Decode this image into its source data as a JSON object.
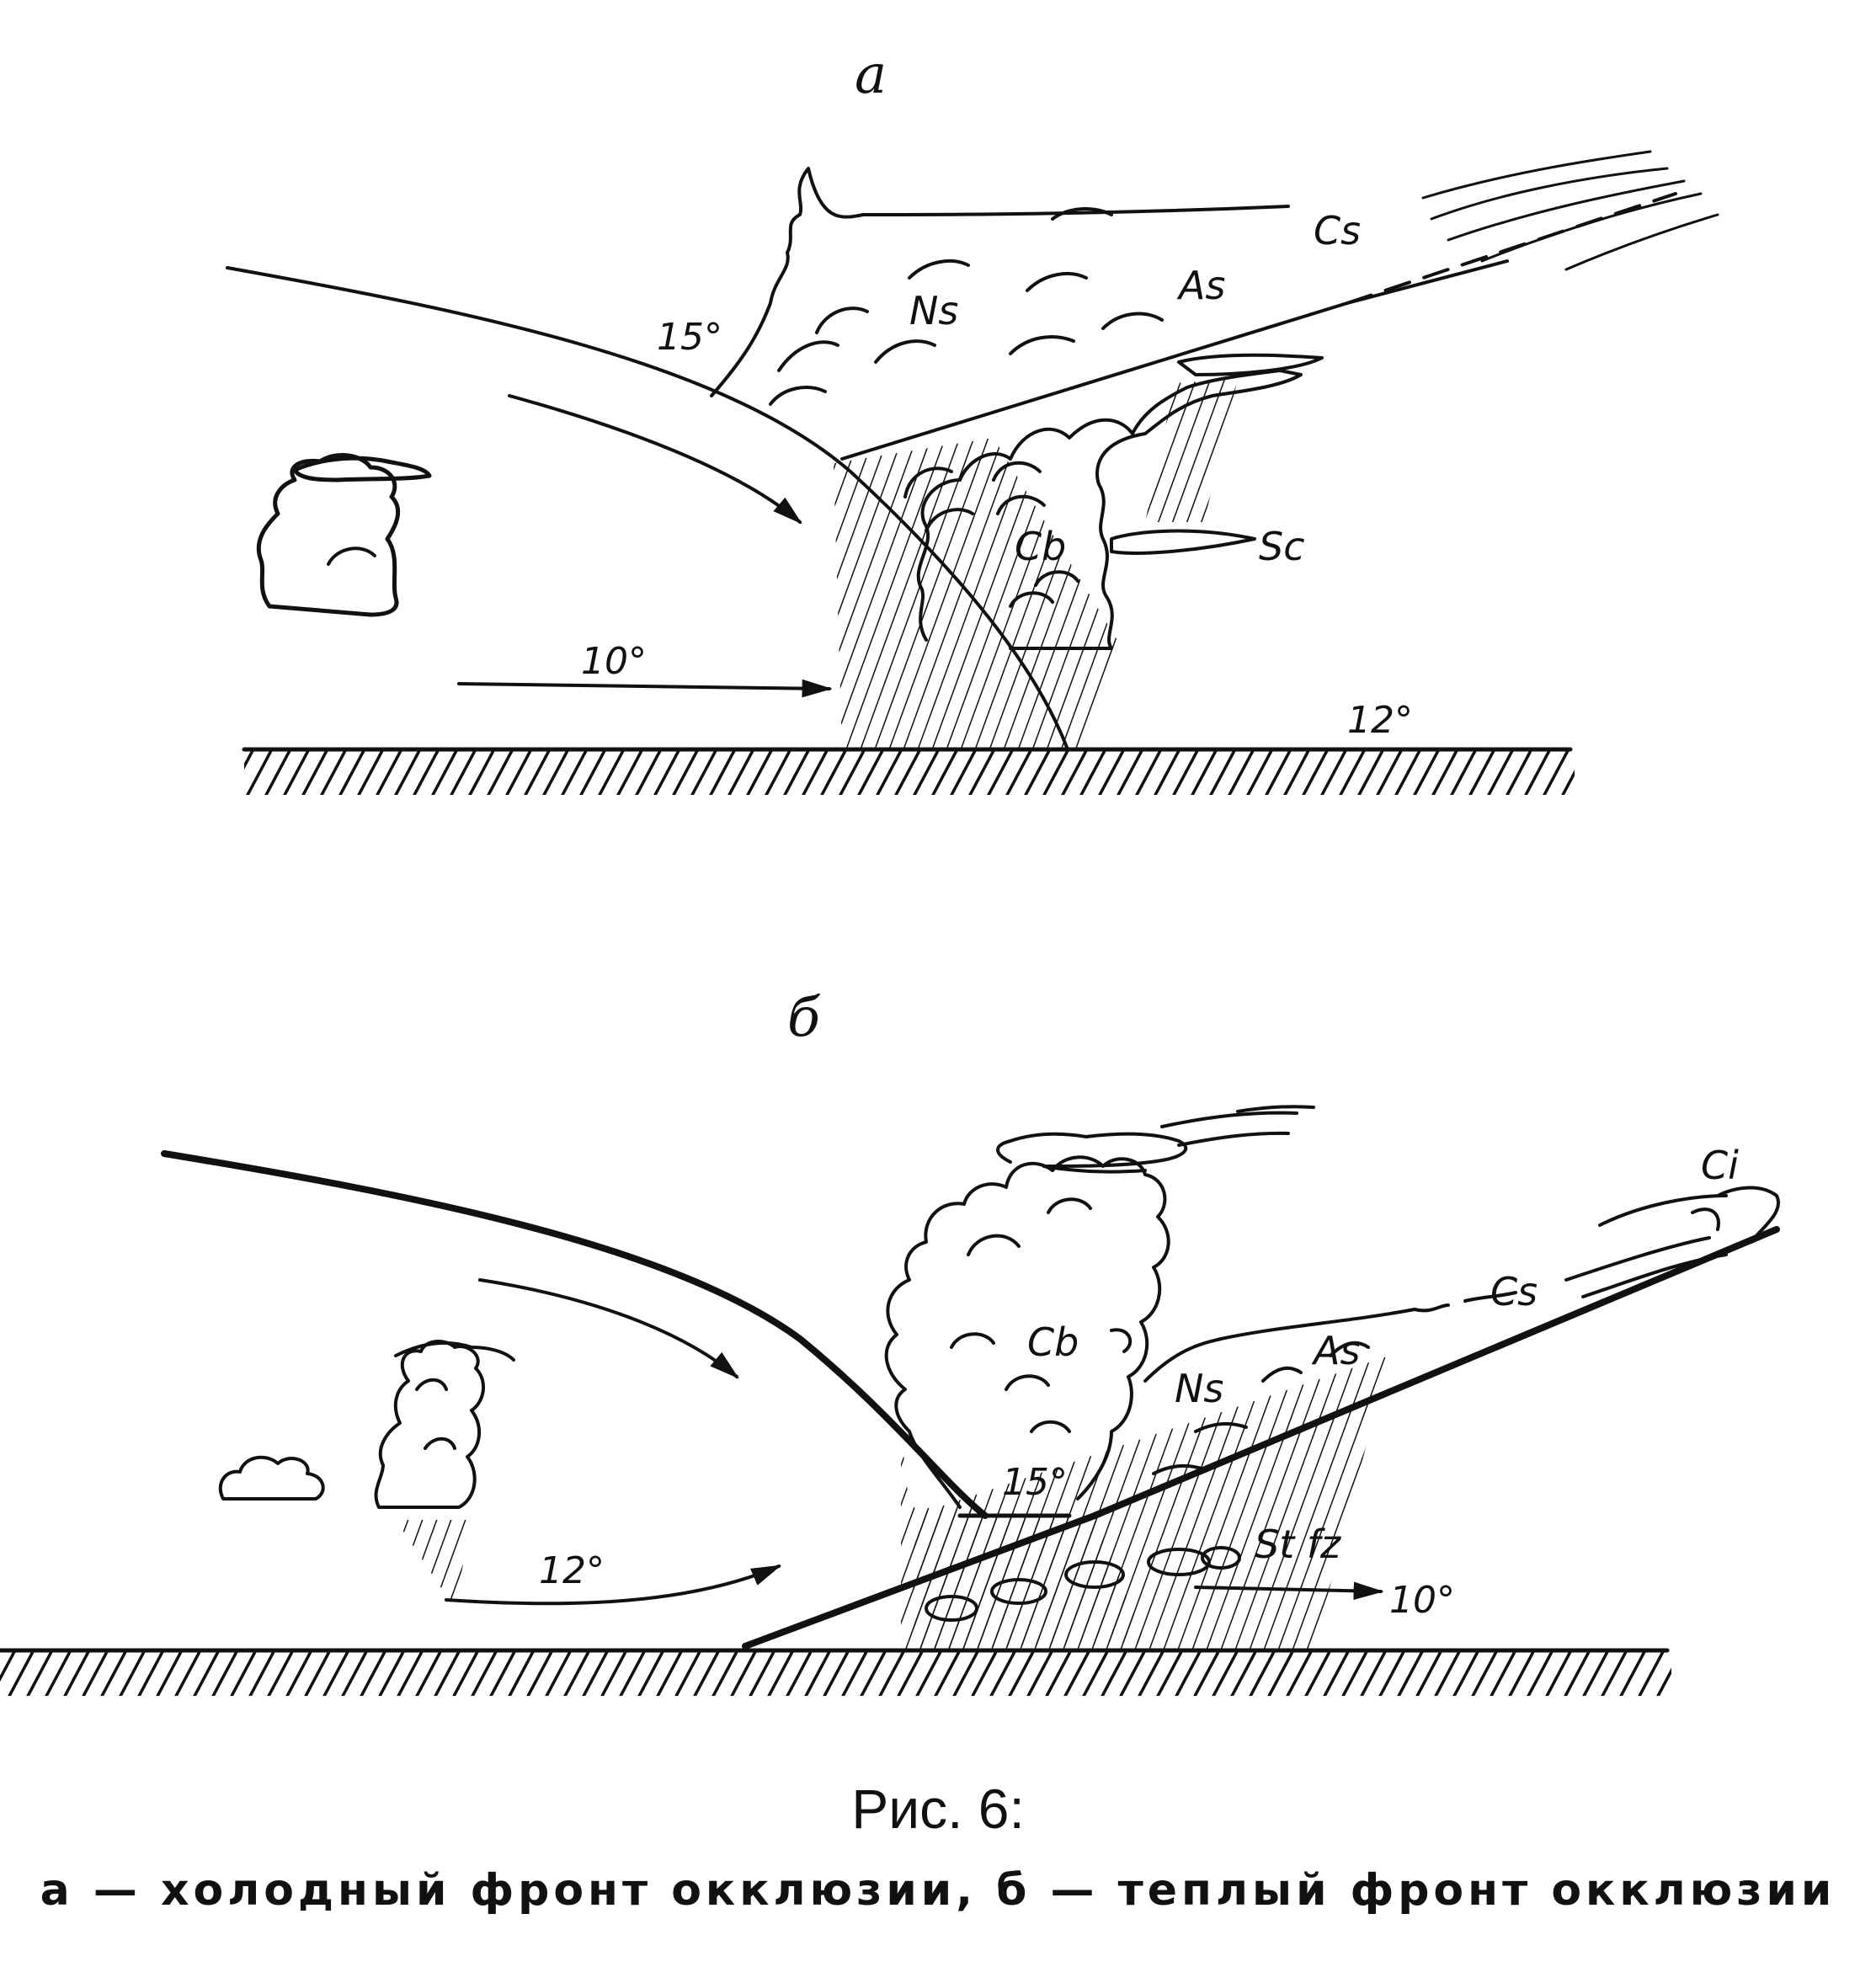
{
  "panel_a": {
    "label": "а",
    "cloud_labels": [
      "Cs",
      "As",
      "Ns",
      "Cb",
      "Sc"
    ],
    "temperatures": [
      "15°",
      "10°",
      "12°"
    ]
  },
  "panel_b": {
    "label": "б",
    "cloud_labels": [
      "Ci",
      "Cs",
      "Cb",
      "Ns",
      "As",
      "St fz"
    ],
    "temperatures": [
      "15°",
      "12°",
      "10°"
    ]
  },
  "caption": {
    "title": "Рис. 6:",
    "text": "а — холодный фронт окклюзии, б — теплый фронт окклюзии"
  }
}
